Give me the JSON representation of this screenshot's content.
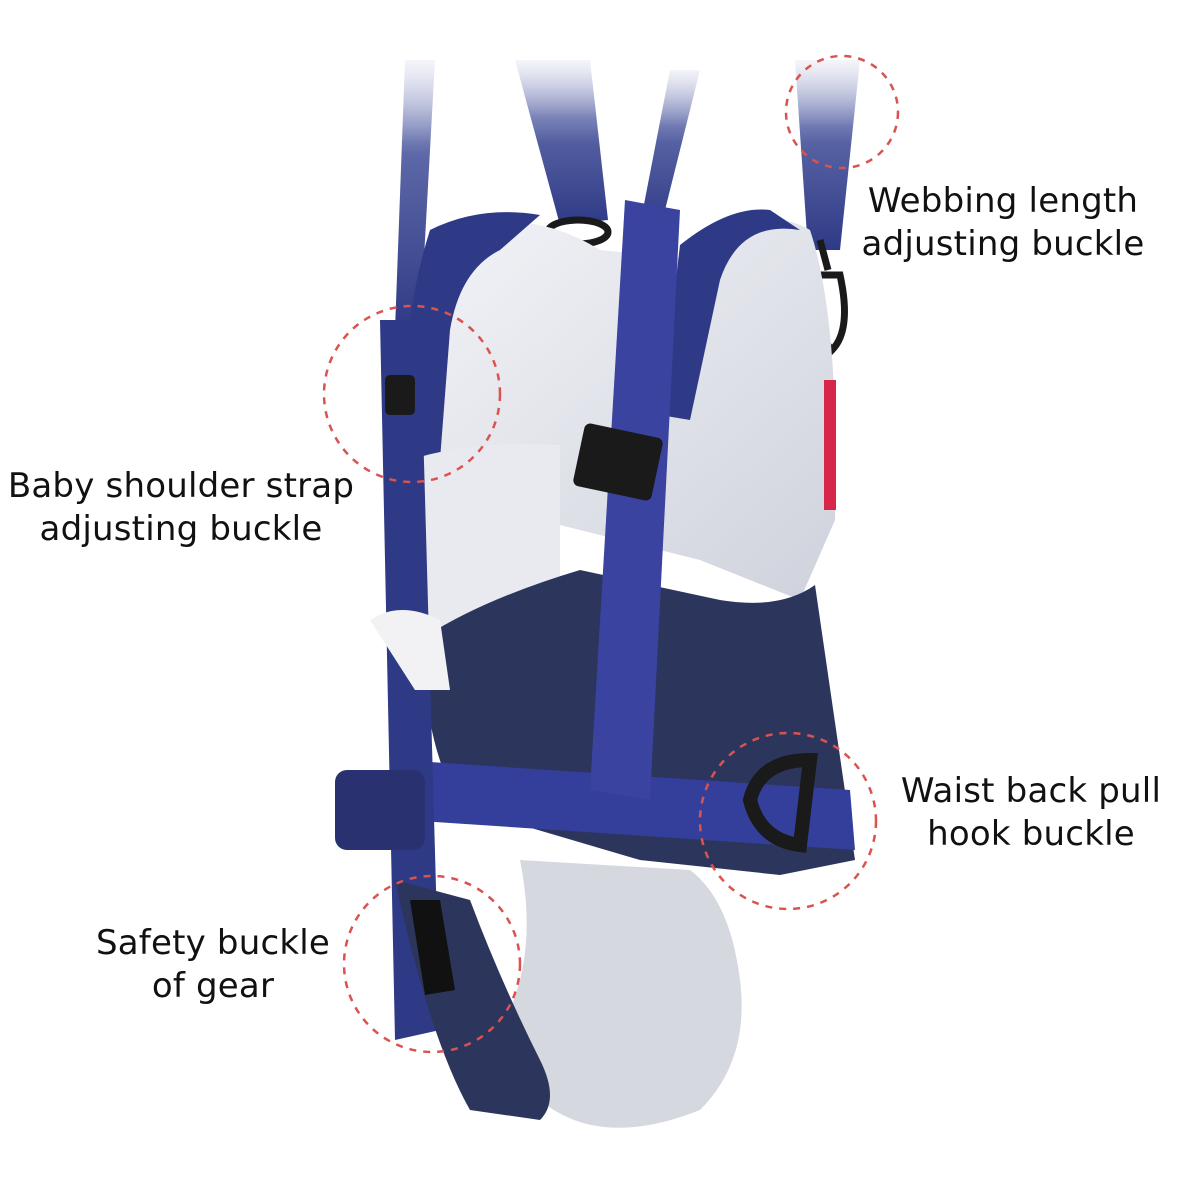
{
  "callouts": {
    "webbing": {
      "line1": "Webbing length",
      "line2": "adjusting buckle"
    },
    "shoulder": {
      "line1": "Baby shoulder strap",
      "line2": "adjusting buckle"
    },
    "waist": {
      "line1": "Waist back pull",
      "line2": "hook buckle"
    },
    "safety": {
      "line1": "Safety buckle",
      "line2": "of gear"
    }
  },
  "colors": {
    "background": "#ffffff",
    "navy_strap": "#2f3a86",
    "denim_body": "#2c355c",
    "padding": "#dcdee6",
    "accent_red": "#d8264a",
    "highlight_circle": "#d9534f",
    "buckle": "#1a1a1a"
  }
}
